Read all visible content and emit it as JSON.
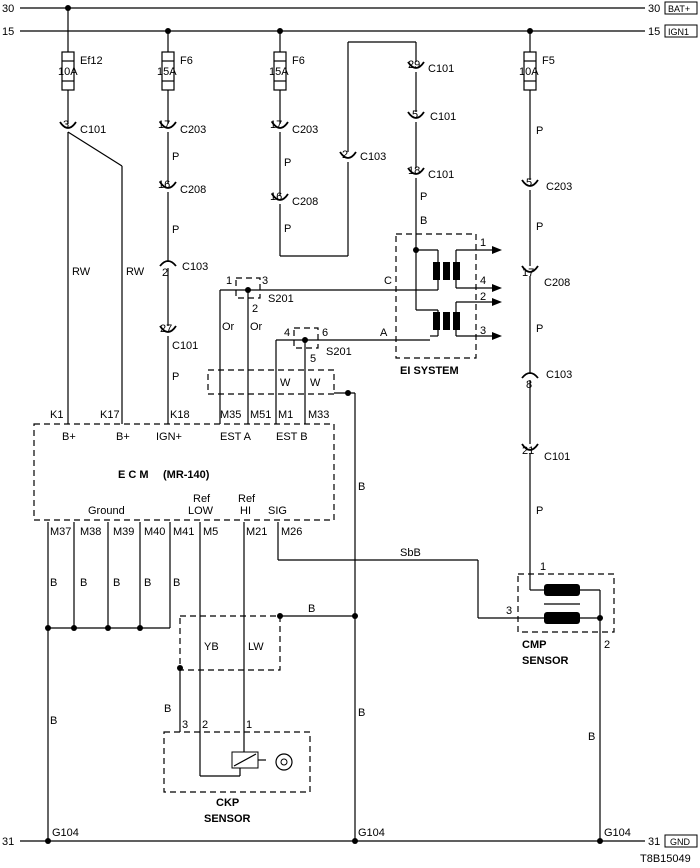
{
  "rails": {
    "bat": {
      "num": "30",
      "label": "BAT+"
    },
    "ign": {
      "num": "15",
      "label": "IGN1"
    },
    "gnd": {
      "num": "31",
      "label": "GND"
    }
  },
  "fuses": [
    {
      "amp": "10A",
      "name": "Ef12"
    },
    {
      "amp": "15A",
      "name": "F6"
    },
    {
      "amp": "15A",
      "name": "F6"
    },
    {
      "amp": "10A",
      "name": "F5"
    }
  ],
  "connectors": {
    "c1_top": {
      "pin": "3",
      "name": "C101"
    },
    "c2_a": {
      "pin": "17",
      "name": "C203"
    },
    "c2_b": {
      "pin": "16",
      "name": "C208"
    },
    "c2_c": {
      "pin": "2",
      "name": "C103"
    },
    "c2_d": {
      "pin": "27",
      "name": "C101"
    },
    "c3_a": {
      "pin": "17",
      "name": "C203"
    },
    "c3_b": {
      "pin": "16",
      "name": "C208"
    },
    "c3_c": {
      "pin": "2",
      "name": "C103"
    },
    "c4_a": {
      "pin": "29",
      "name": "C101"
    },
    "c4_b": {
      "pin": "5",
      "name": "C101"
    },
    "c4_c": {
      "pin": "18",
      "name": "C101"
    },
    "c5_a": {
      "pin": "5",
      "name": "C203"
    },
    "c5_b": {
      "pin": "17",
      "name": "C208"
    },
    "c5_c": {
      "pin": "8",
      "name": "C103"
    },
    "c5_d": {
      "pin": "21",
      "name": "C101"
    }
  },
  "wire_colors": {
    "rw1": "RW",
    "rw2": "RW",
    "p": "P",
    "or": "Or",
    "w": "W",
    "b": "B",
    "yb": "YB",
    "lw": "LW",
    "sbb": "SbB",
    "c": "C",
    "a": "A"
  },
  "splices": {
    "s201a": {
      "name": "S201",
      "p1": "1",
      "p2": "2",
      "p3": "3"
    },
    "s201b": {
      "name": "S201",
      "p1": "4",
      "p2": "5",
      "p3": "6"
    }
  },
  "ei": {
    "title": "EI SYSTEM",
    "outs": [
      "1",
      "4",
      "2",
      "3"
    ]
  },
  "ecm": {
    "title": "E C M",
    "model": "(MR-140)",
    "top_pins": [
      "K1",
      "K17",
      "K18",
      "M35",
      "M51",
      "M1",
      "M33"
    ],
    "top_labels": [
      "B+",
      "B+",
      "IGN+",
      "EST A",
      "EST B"
    ],
    "bottom_pins": [
      "M37",
      "M38",
      "M39",
      "M40",
      "M41",
      "M5",
      "M21",
      "M26"
    ],
    "ground": "Ground",
    "ref_low": [
      "Ref",
      "LOW"
    ],
    "ref_hi": [
      "Ref",
      "HI"
    ],
    "sig": "SIG"
  },
  "ckp": {
    "title": [
      "CKP",
      "SENSOR"
    ],
    "pins": [
      "3",
      "2",
      "1"
    ]
  },
  "cmp": {
    "title": [
      "CMP",
      "SENSOR"
    ],
    "pins": [
      "1",
      "3",
      "2"
    ]
  },
  "grounds": [
    "G104",
    "G104",
    "G104"
  ],
  "figure_id": "T8B15049"
}
